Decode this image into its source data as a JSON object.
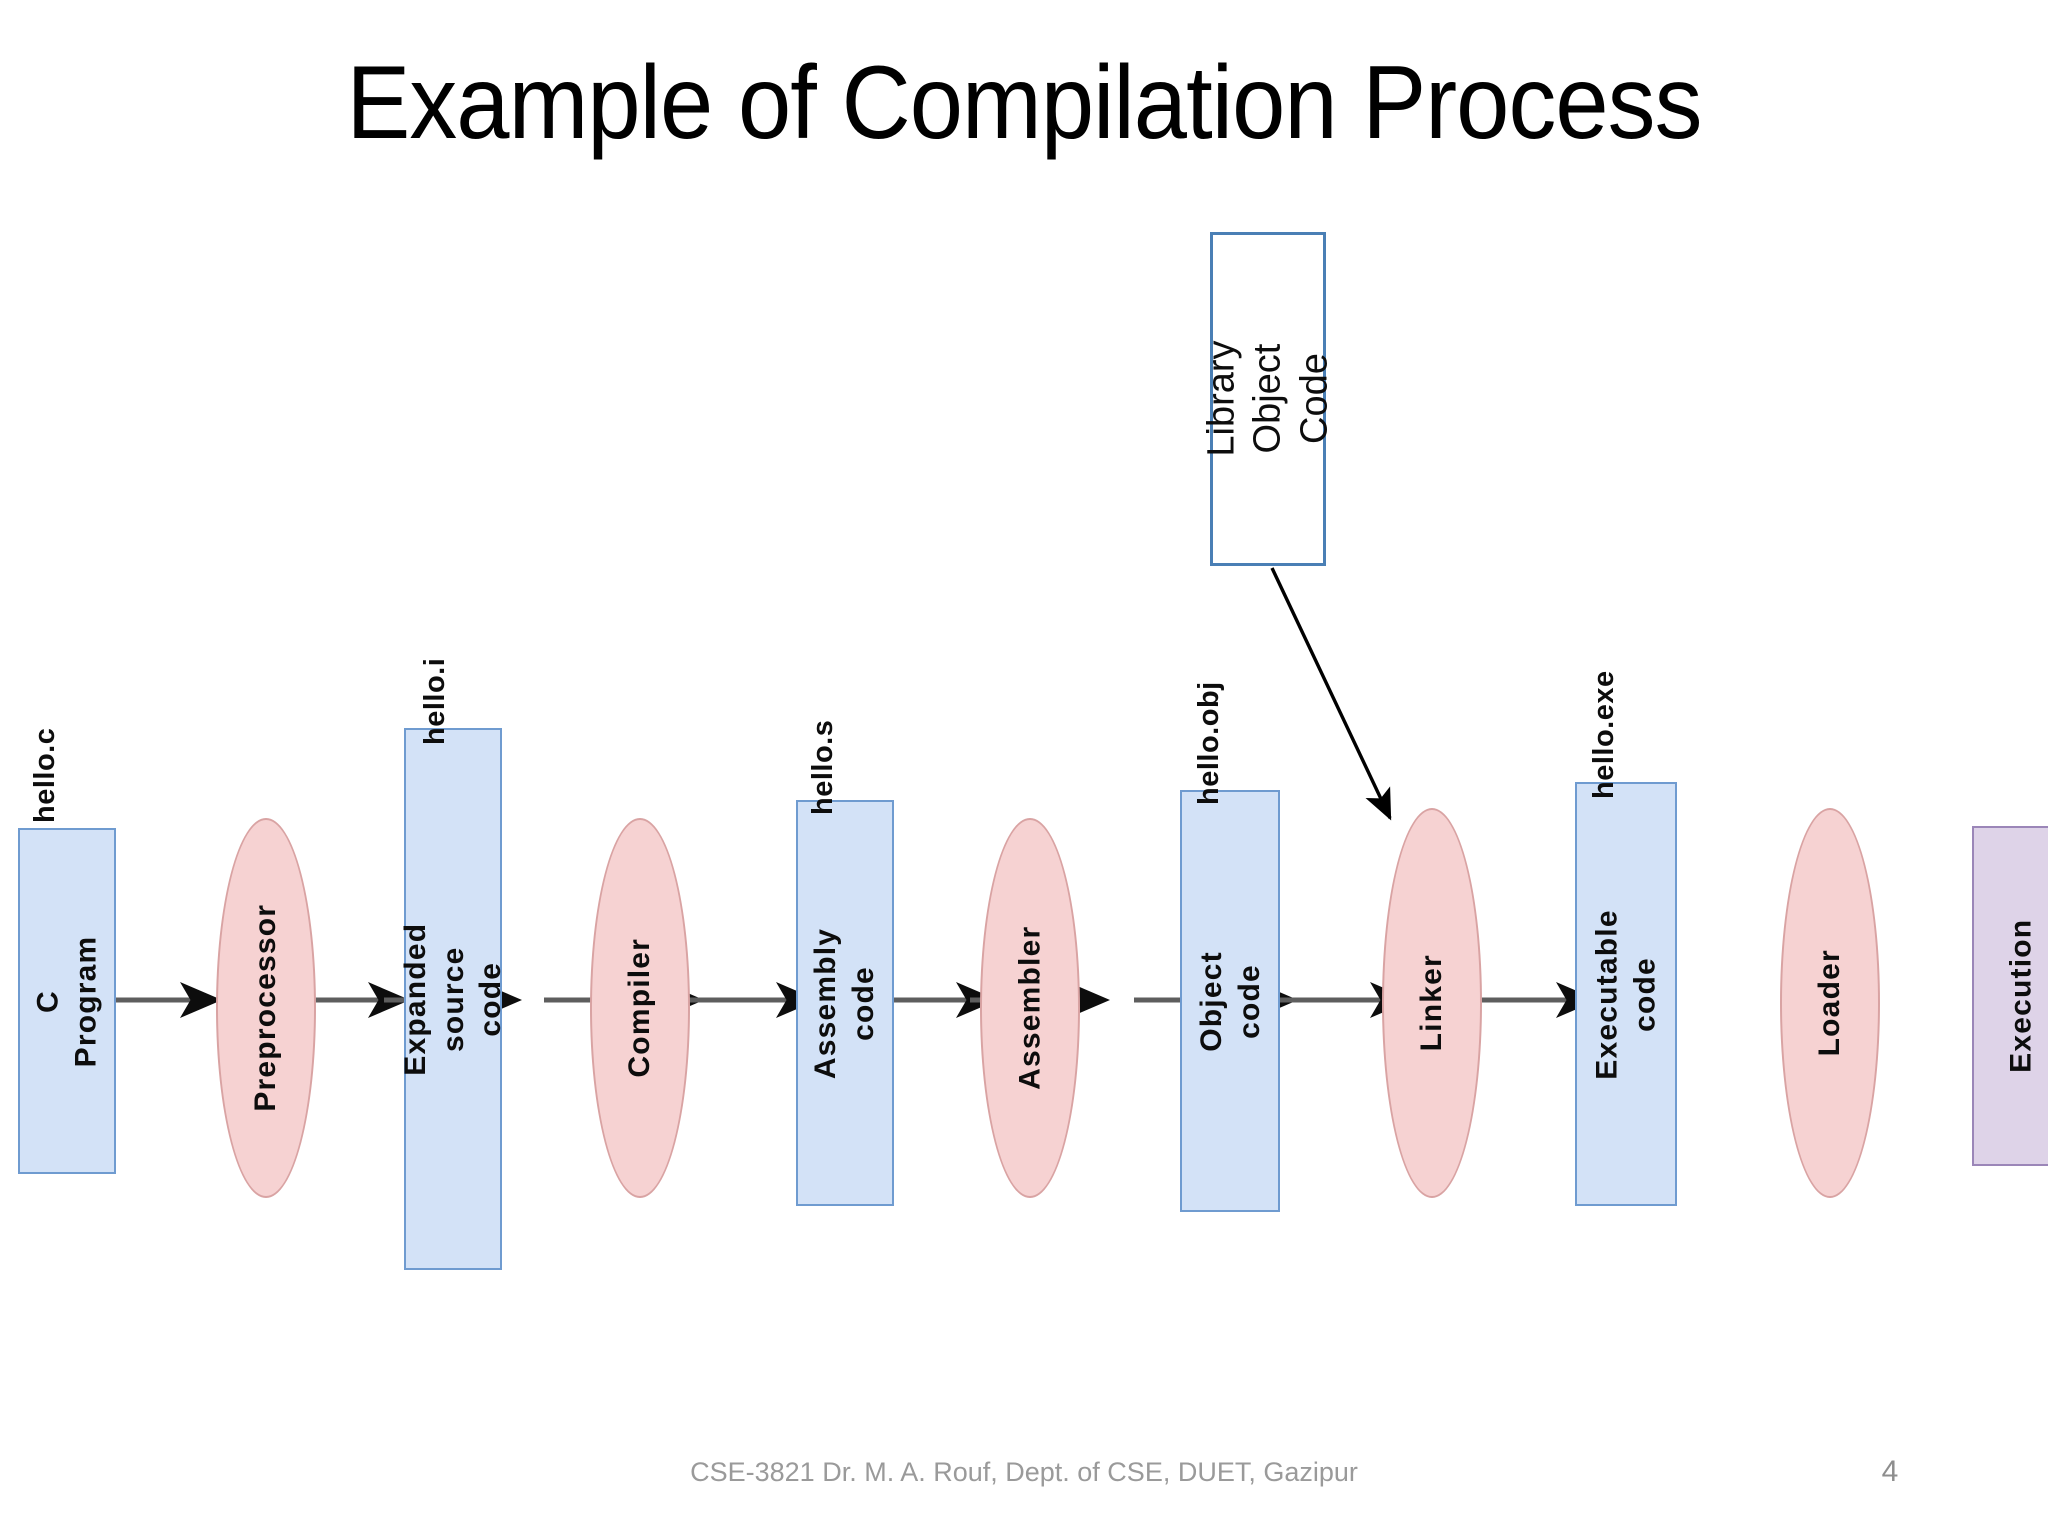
{
  "slide": {
    "title": "Example of Compilation Process",
    "footer": "CSE-3821 Dr. M. A. Rouf, Dept. of CSE, DUET, Gazipur",
    "page_number": "4"
  },
  "colors": {
    "box_fill": "#d3e2f7",
    "box_stroke": "#6f9bd0",
    "ellipse_fill": "#f6d2d2",
    "ellipse_stroke": "#d9a3a3",
    "exec_fill": "#ded3e8",
    "exec_stroke": "#9b86b8",
    "library_fill": "#ffffff",
    "library_stroke": "#4a7fb5",
    "arrow_line": "#5e5e5e",
    "arrow_head": "#0d0d0d",
    "title_text": "#000000",
    "footer_text": "#9a9a9a"
  },
  "diagram": {
    "type": "flowchart",
    "orientation": "left-to-right",
    "nodes": [
      {
        "id": "c-program",
        "label": "C Program",
        "shape": "rectangle",
        "fill": "#d3e2f7"
      },
      {
        "id": "preprocessor",
        "label": "Preprocessor",
        "shape": "ellipse",
        "fill": "#f6d2d2"
      },
      {
        "id": "expanded-source",
        "label": "Expanded source code",
        "shape": "rectangle",
        "fill": "#d3e2f7"
      },
      {
        "id": "compiler",
        "label": "Compiler",
        "shape": "ellipse",
        "fill": "#f6d2d2"
      },
      {
        "id": "assembly-code",
        "label": "Assembly code",
        "shape": "rectangle",
        "fill": "#d3e2f7"
      },
      {
        "id": "assembler",
        "label": "Assembler",
        "shape": "ellipse",
        "fill": "#f6d2d2"
      },
      {
        "id": "object-code",
        "label": "Object code",
        "shape": "rectangle",
        "fill": "#d3e2f7"
      },
      {
        "id": "linker",
        "label": "Linker",
        "shape": "ellipse",
        "fill": "#f6d2d2"
      },
      {
        "id": "executable-code",
        "label": "Executable\ncode",
        "shape": "rectangle",
        "fill": "#d3e2f7"
      },
      {
        "id": "loader",
        "label": "Loader",
        "shape": "ellipse",
        "fill": "#f6d2d2"
      },
      {
        "id": "execution",
        "label": "Execution",
        "shape": "rectangle",
        "fill": "#ded3e8"
      },
      {
        "id": "library-object-code",
        "label": "Library\nObject Code",
        "shape": "rectangle",
        "fill": "#ffffff"
      }
    ],
    "file_tags": [
      {
        "id": "hello-c",
        "text": "hello.c",
        "for": "c-program"
      },
      {
        "id": "hello-i",
        "text": "hello.i",
        "for": "expanded-source"
      },
      {
        "id": "hello-s",
        "text": "hello.s",
        "for": "assembly-code"
      },
      {
        "id": "hello-obj",
        "text": "hello.obj",
        "for": "object-code"
      },
      {
        "id": "hello-exe",
        "text": "hello.exe",
        "for": "executable-code"
      }
    ],
    "edges": [
      {
        "from": "c-program",
        "to": "preprocessor",
        "style": "straight"
      },
      {
        "from": "preprocessor",
        "to": "expanded-source",
        "style": "straight"
      },
      {
        "from": "expanded-source",
        "to": "compiler",
        "style": "straight"
      },
      {
        "from": "compiler",
        "to": "assembly-code",
        "style": "straight"
      },
      {
        "from": "assembly-code",
        "to": "assembler",
        "style": "straight"
      },
      {
        "from": "assembler",
        "to": "object-code",
        "style": "straight"
      },
      {
        "from": "object-code",
        "to": "linker",
        "style": "straight"
      },
      {
        "from": "linker",
        "to": "executable-code",
        "style": "straight"
      },
      {
        "from": "executable-code",
        "to": "loader",
        "style": "straight"
      },
      {
        "from": "loader",
        "to": "execution",
        "style": "straight"
      },
      {
        "from": "library-object-code",
        "to": "linker",
        "style": "diagonal"
      }
    ]
  }
}
